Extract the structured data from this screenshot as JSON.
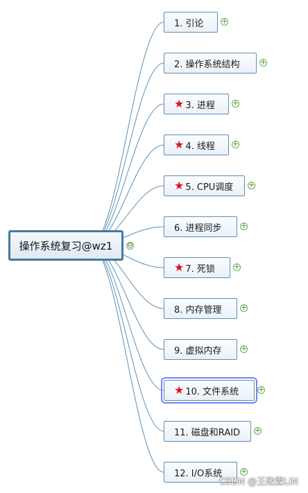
{
  "root": {
    "label": "操作系统复习@wz1",
    "collapse_glyph": "⊖"
  },
  "expand_glyph": "+",
  "star_glyph": "★",
  "colors": {
    "connector": "#5b8fb4",
    "node_border": "#5f8db0",
    "root_border": "#46799e",
    "star": "#e0101f",
    "expand": "#4c8d34",
    "selection": "#6f86ff"
  },
  "nodes": [
    {
      "label": "1. 引论",
      "starred": false,
      "selected": false
    },
    {
      "label": "2. 操作系统结构",
      "starred": false,
      "selected": false
    },
    {
      "label": "3. 进程",
      "starred": true,
      "selected": false
    },
    {
      "label": "4. 线程",
      "starred": true,
      "selected": false
    },
    {
      "label": "5. CPU调度",
      "starred": true,
      "selected": false
    },
    {
      "label": "6. 进程同步",
      "starred": false,
      "selected": false
    },
    {
      "label": "7. 死锁",
      "starred": true,
      "selected": false
    },
    {
      "label": "8. 内存管理",
      "starred": false,
      "selected": false
    },
    {
      "label": "9. 虚拟内存",
      "starred": false,
      "selected": false
    },
    {
      "label": "10. 文件系统",
      "starred": true,
      "selected": true
    },
    {
      "label": "11. 磁盘和RAID",
      "starred": false,
      "selected": false
    },
    {
      "label": "12. I/O系统",
      "starred": false,
      "selected": false
    }
  ],
  "watermark": "CSDN @王政霖LIN"
}
